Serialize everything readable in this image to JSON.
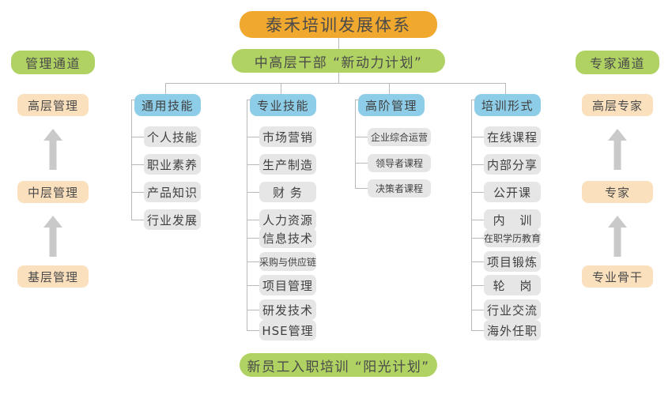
{
  "title_banner": {
    "label": "泰禾培训发展体系"
  },
  "program_banner": {
    "label": "中高层干部 “新动力计划”"
  },
  "bottom_banner": {
    "label": "新员工入职培训 “阳光计划”"
  },
  "left_channel": {
    "head": "管理通道",
    "levels": [
      "高层管理",
      "中层管理",
      "基层管理"
    ],
    "arrow_icon": "up-arrow-icon"
  },
  "right_channel": {
    "head": "专家通道",
    "levels": [
      "高层专家",
      "专家",
      "专业骨干"
    ],
    "arrow_icon": "up-arrow-icon"
  },
  "columns": [
    {
      "head": "通用技能",
      "items": [
        "个人技能",
        "职业素养",
        "产品知识",
        "行业发展"
      ]
    },
    {
      "head": "专业技能",
      "items": [
        "市场营销",
        "生产制造",
        "财 务",
        "人力资源",
        "信息技术",
        "采购与供应链",
        "项目管理",
        "研发技术",
        "HSE管理"
      ]
    },
    {
      "head": "高阶管理",
      "items": [
        "企业综合运营",
        "领导者课程",
        "决策者课程"
      ]
    },
    {
      "head": "培训形式",
      "items": [
        "在线课程",
        "内部分享",
        "公开课",
        "内 训",
        "在职学历教育",
        "项目锻炼",
        "轮 岗",
        "行业交流",
        "海外任职"
      ]
    }
  ],
  "colors": {
    "orange": "#F0A82E",
    "green": "#AFD263",
    "blue": "#8ECDE8",
    "peach": "#FBE0BE",
    "gray_item": "#E6E6E6",
    "connector": "#b9b9b9",
    "arrow": "#C9C9C9"
  }
}
